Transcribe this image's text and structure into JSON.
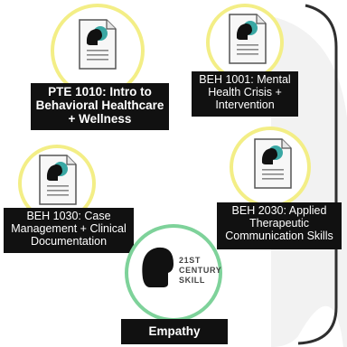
{
  "courses": [
    {
      "id": "pte1010",
      "label": "PTE 1010: Intro to\nBehavioral Healthcare\n+ Wellness"
    },
    {
      "id": "beh1001",
      "label": "BEH 1001: Mental\nHealth Crisis +\nIntervention"
    },
    {
      "id": "beh1030",
      "label": "BEH 1030: Case\nManagement + Clinical\nDocumentation"
    },
    {
      "id": "beh2030",
      "label": "BEH 2030: Applied\nTherapeutic\nCommunication Skills"
    }
  ],
  "skill": {
    "badge_text": "21ST\nCENTURY\nSKILL",
    "label": "Empathy"
  },
  "colors": {
    "course_ring": "#f3ee86",
    "skill_ring": "#7ed29a",
    "label_bg": "#111111",
    "head_icon": "#111111",
    "bubble_icon": "#3aa8a4"
  },
  "icons": [
    "document-head-icon",
    "empathy-head-icon",
    "connector-arc"
  ]
}
